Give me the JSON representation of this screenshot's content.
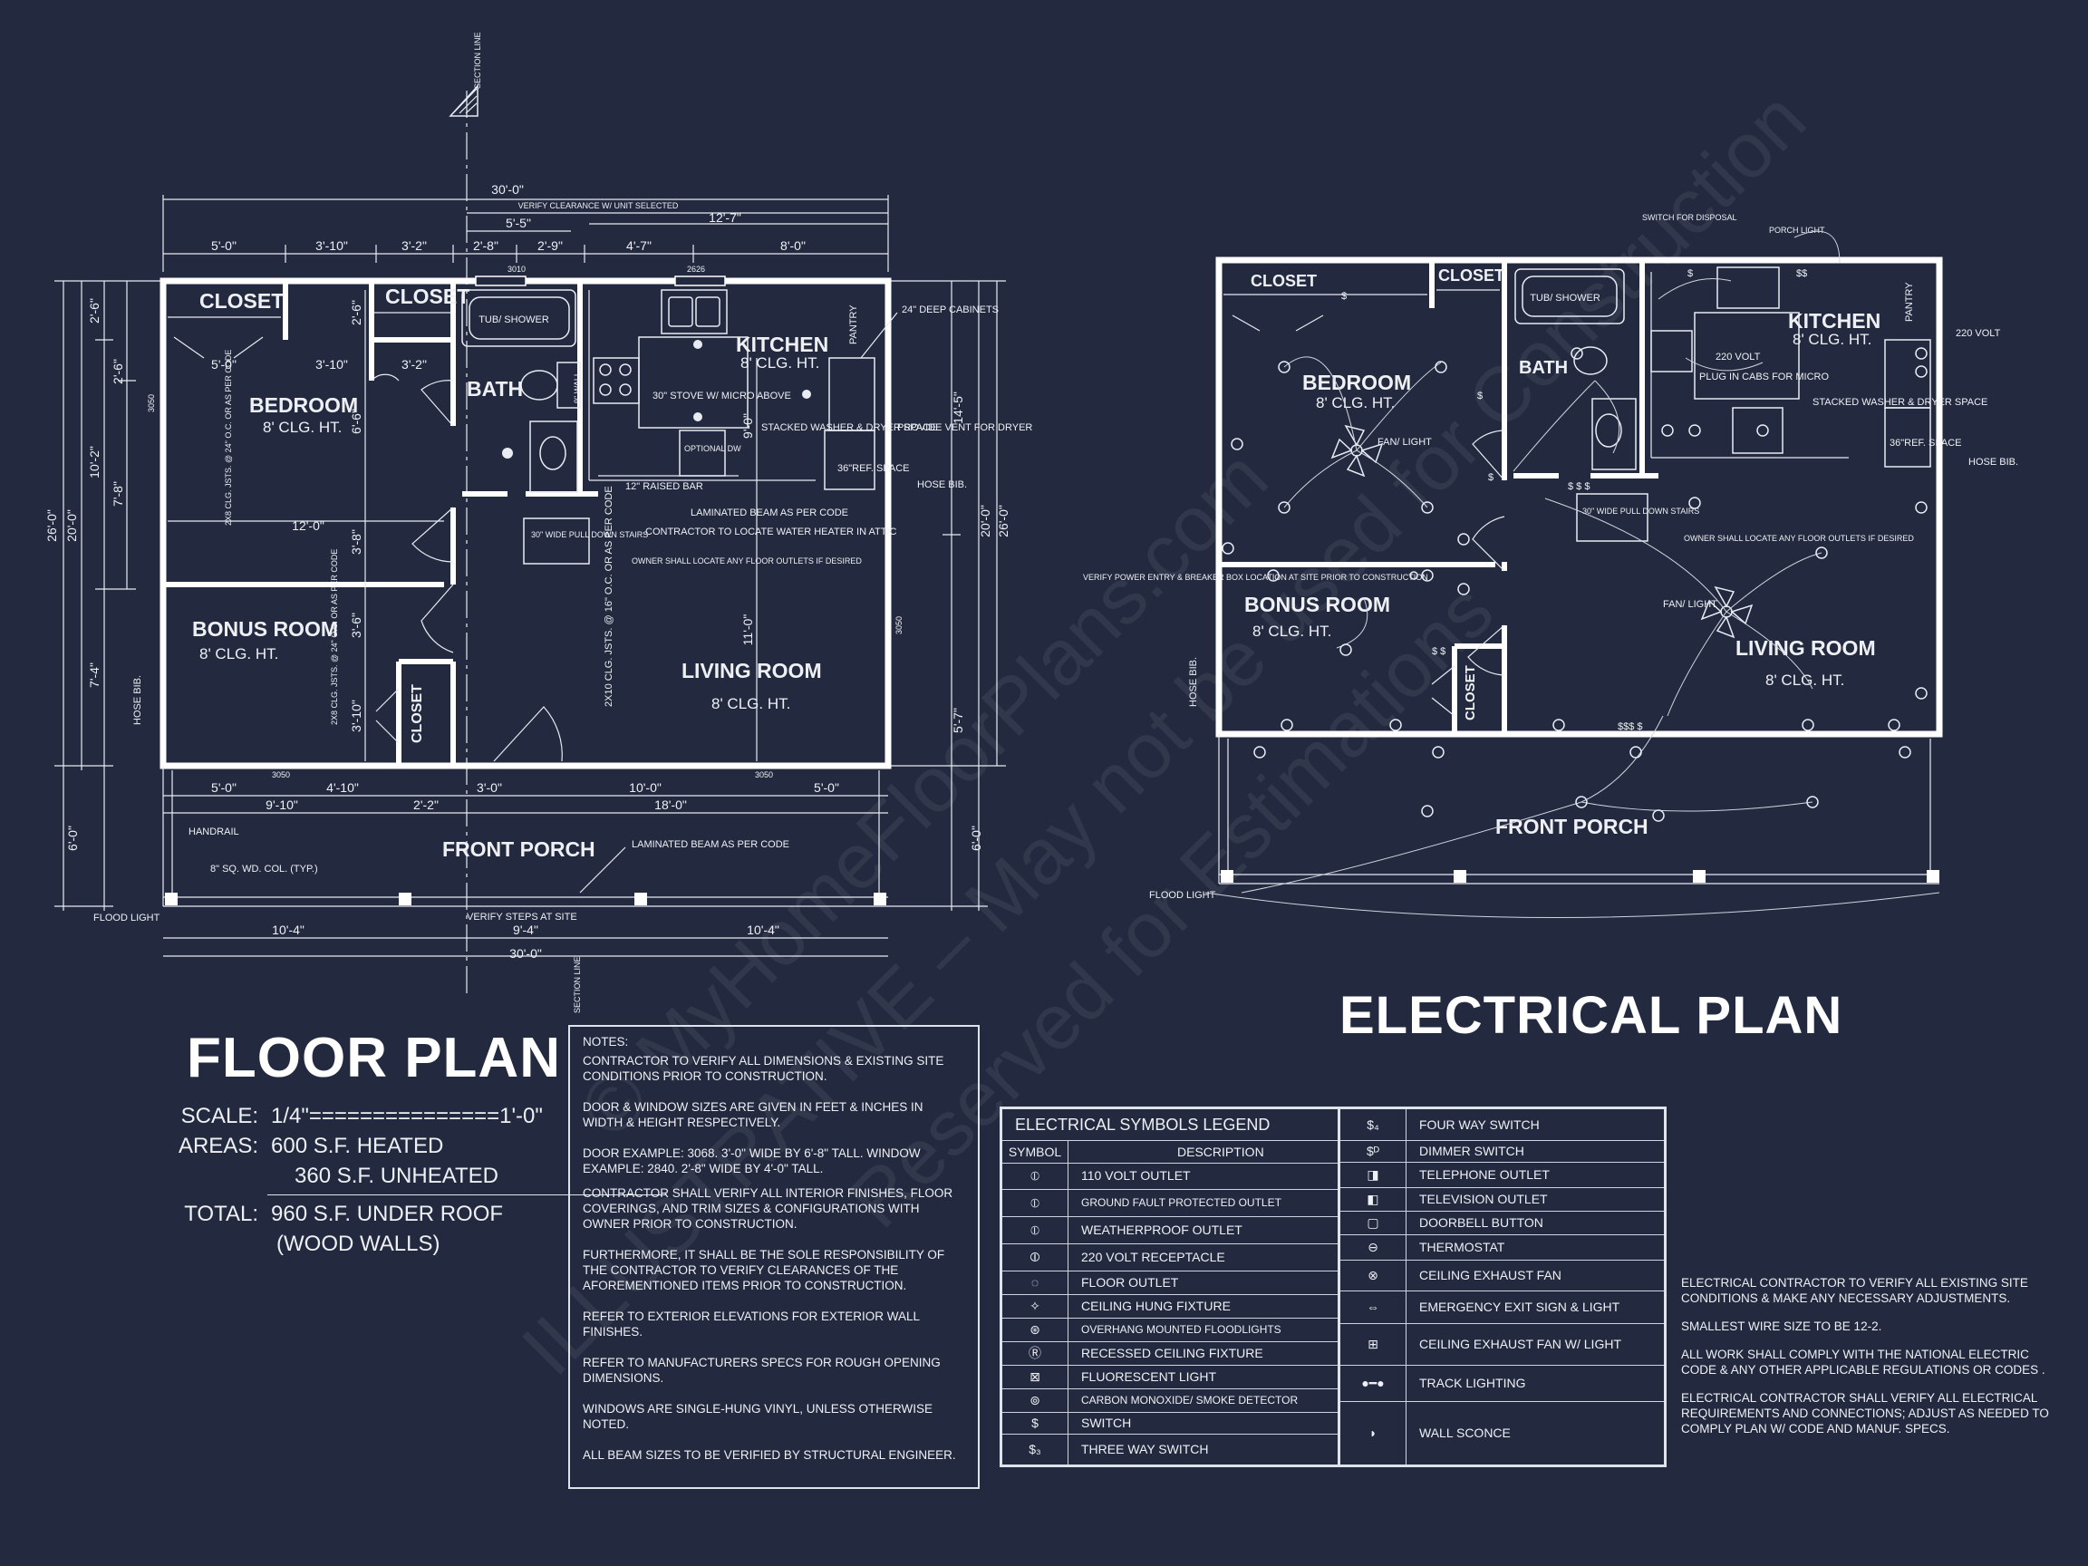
{
  "floor_plan": {
    "title": "FLOOR PLAN",
    "scale_label": "SCALE:",
    "scale_value": "1/4\"===============1'-0\"",
    "areas_label": "AREAS:",
    "areas_heated": "600 S.F. HEATED",
    "areas_unheated": "360 S.F. UNHEATED",
    "total_label": "TOTAL:",
    "total_value": "960 S.F. UNDER ROOF",
    "total_note": "(WOOD WALLS)",
    "rooms": {
      "closet_1": "CLOSET",
      "closet_2": "CLOSET",
      "closet_3": "CLOSET",
      "bedroom": "BEDROOM",
      "bedroom_clg": "8' CLG. HT.",
      "bath": "BATH",
      "kitchen": "KITCHEN",
      "kitchen_clg": "8' CLG. HT.",
      "bonus": "BONUS ROOM",
      "bonus_clg": "8' CLG. HT.",
      "living": "LIVING ROOM",
      "living_clg": "8' CLG. HT.",
      "porch": "FRONT PORCH",
      "pantry": "PANTRY"
    },
    "annotations": {
      "section_line": "SECTION LINE",
      "verify_clearance": "VERIFY CLEARANCE W/ UNIT SELECTED",
      "tub_shower": "TUB/ SHOWER",
      "deep_cabinets": "24\" DEEP CABINETS",
      "provide_vent": "PROVIDE VENT FOR DRYER",
      "stacked": "STACKED WASHER & DRYER SPACE",
      "ref_space": "36\"REF. SPACE",
      "hose_bib": "HOSE BIB.",
      "stove": "30\" STOVE W/ MICRO ABOVE",
      "optional_dw": "OPTIONAL DW",
      "raised_bar": "12\" RAISED BAR",
      "laminated_beam": "LAMINATED BEAM AS PER CODE",
      "pull_down": "30\" WIDE PULL DOWN STAIRS",
      "water_heater": "CONTRACTOR TO LOCATE WATER HEATER IN ATTIC",
      "owner_outlets": "OWNER SHALL LOCATE ANY FLOOR OUTLETS IF DESIRED",
      "joists_1": "2X8 CLG. JSTS. @ 24\" O.C. OR AS PER CODE",
      "joists_2": "2X10 CLG. JSTS. @ 16\" O.C. OR AS PER CODE",
      "handrail": "HANDRAIL",
      "column": "8\" SQ. WD. COL. (TYP.)",
      "flood_light": "FLOOD LIGHT",
      "verify_steps": "VERIFY STEPS AT SITE",
      "nine_wall": "9\" WALL",
      "w3050": "3050",
      "w3010": "3010",
      "w2626": "2626"
    },
    "dims": {
      "overall": "30'-0\"",
      "top_5_5": "5'-5\"",
      "top_12_7": "12'-7\"",
      "top_a": "5'-0\"",
      "top_b": "3'-10\"",
      "top_c": "3'-2\"",
      "top_d": "2'-8\"",
      "top_e": "2'-9\"",
      "top_f": "4'-7\"",
      "top_g": "8'-0\"",
      "in_a": "5'-0\"",
      "in_b": "3'-10\"",
      "in_c": "3'-2\"",
      "bed_width": "12'-0\"",
      "left_26": "26'-0\"",
      "left_20": "20'-0\"",
      "left_2_6a": "2'-6\"",
      "left_2_6b": "2'-6\"",
      "left_10_2": "10'-2\"",
      "left_7_8": "7'-8\"",
      "left_7_4": "7'-4\"",
      "left_6_0": "6'-0\"",
      "mid_2_6": "2'-6\"",
      "mid_6_6": "6'-6\"",
      "mid_3_8": "3'-8\"",
      "mid_3_6": "3'-6\"",
      "mid_3_10": "3'-10\"",
      "kit_9_0": "9'-0\"",
      "liv_11_0": "11'-0\"",
      "right_14_5": "14'-5\"",
      "right_20": "20'-0\"",
      "right_26": "26'-0\"",
      "right_5_7": "5'-7\"",
      "right_6_0": "6'-0\"",
      "bot_a": "5'-0\"",
      "bot_b": "4'-10\"",
      "bot_c": "3'-0\"",
      "bot_d": "10'-0\"",
      "bot_e": "5'-0\"",
      "bot_9_10": "9'-10\"",
      "bot_2_2": "2'-2\"",
      "bot_18": "18'-0\"",
      "step_a": "10'-4\"",
      "step_b": "9'-4\"",
      "step_c": "10'-4\"",
      "bottom_overall": "30'-0\""
    }
  },
  "electrical_plan": {
    "title": "ELECTRICAL PLAN",
    "rooms": {
      "closet_1": "CLOSET",
      "closet_2": "CLOSET",
      "closet_3": "CLOSET",
      "bedroom": "BEDROOM",
      "bedroom_clg": "8' CLG. HT.",
      "bath": "BATH",
      "kitchen": "KITCHEN",
      "kitchen_clg": "8' CLG. HT.",
      "bonus": "BONUS ROOM",
      "bonus_clg": "8' CLG. HT.",
      "living": "LIVING ROOM",
      "living_clg": "8' CLG. HT.",
      "porch": "FRONT PORCH",
      "pantry": "PANTRY"
    },
    "annotations": {
      "switch_disposal": "SWITCH FOR DISPOSAL",
      "porch_light": "PORCH LIGHT",
      "tub_shower": "TUB/ SHOWER",
      "volt_220": "220 VOLT",
      "volt_220b": "220 VOLT",
      "plug_micro": "PLUG IN CABS FOR MICRO",
      "stacked": "STACKED WASHER & DRYER SPACE",
      "ref_space": "36\"REF. SPACE",
      "hose_bib": "HOSE BIB.",
      "hose_bib_2": "HOSE BIB.",
      "fan_light_1": "FAN/ LIGHT",
      "fan_light_2": "FAN/ LIGHT",
      "pull_down": "30\" WIDE PULL DOWN STAIRS",
      "owner_outlets": "OWNER SHALL LOCATE ANY FLOOR OUTLETS IF DESIRED",
      "verify_power": "VERIFY POWER ENTRY & BREAKER BOX LOCATION AT SITE PRIOR TO CONSTRUCTION",
      "flood_light": "FLOOD LIGHT"
    }
  },
  "notes": {
    "heading": "NOTES:",
    "items": [
      "CONTRACTOR  TO VERIFY ALL DIMENSIONS & EXISTING SITE CONDITIONS PRIOR TO CONSTRUCTION.",
      "DOOR & WINDOW SIZES ARE GIVEN IN FEET & INCHES IN WIDTH & HEIGHT RESPECTIVELY.",
      "DOOR EXAMPLE:  3068.  3'-0\" WIDE BY 6'-8\" TALL. WINDOW EXAMPLE:  2840.  2'-8\" WIDE BY 4'-0\" TALL.",
      "CONTRACTOR SHALL VERIFY ALL INTERIOR FINISHES, FLOOR COVERINGS, AND TRIM SIZES & CONFIGURATIONS WITH OWNER PRIOR TO CONSTRUCTION.",
      "FURTHERMORE, IT SHALL BE THE SOLE RESPONSIBILITY OF THE CONTRACTOR TO VERIFY CLEARANCES OF THE AFOREMENTIONED ITEMS PRIOR TO CONSTRUCTION.",
      "REFER TO EXTERIOR ELEVATIONS FOR EXTERIOR WALL FINISHES.",
      "REFER TO MANUFACTURERS SPECS FOR ROUGH OPENING DIMENSIONS.",
      "WINDOWS ARE SINGLE-HUNG VINYL, UNLESS OTHERWISE NOTED.",
      "ALL BEAM SIZES TO BE VERIFIED BY STRUCTURAL ENGINEER."
    ]
  },
  "legend": {
    "title": "ELECTRICAL SYMBOLS LEGEND",
    "col_symbol": "SYMBOL",
    "col_description": "DESCRIPTION",
    "left": [
      "110 VOLT OUTLET",
      "GROUND FAULT PROTECTED OUTLET",
      "WEATHERPROOF OUTLET",
      "220 VOLT RECEPTACLE",
      "FLOOR OUTLET",
      "CEILING HUNG FIXTURE",
      "OVERHANG MOUNTED FLOODLIGHTS",
      "RECESSED CEILING FIXTURE",
      "FLUORESCENT LIGHT",
      "CARBON MONOXIDE/ SMOKE DETECTOR",
      "SWITCH",
      "THREE WAY SWITCH"
    ],
    "right": [
      "FOUR WAY SWITCH",
      "DIMMER SWITCH",
      "TELEPHONE OUTLET",
      "TELEVISION OUTLET",
      "DOORBELL BUTTON",
      "THERMOSTAT",
      "CEILING EXHAUST FAN",
      "EMERGENCY EXIT SIGN & LIGHT",
      "CEILING EXHAUST FAN W/ LIGHT",
      "TRACK LIGHTING",
      "WALL SCONCE"
    ]
  },
  "electrical_notes": [
    "ELECTRICAL CONTRACTOR TO VERIFY ALL EXISTING SITE CONDITIONS & MAKE ANY NECESSARY ADJUSTMENTS.",
    "SMALLEST WIRE SIZE TO BE 12-2.",
    "ALL WORK SHALL COMPLY WITH THE NATIONAL ELECTRIC CODE & ANY OTHER APPLICABLE REGULATIONS OR CODES .",
    "ELECTRICAL CONTRACTOR SHALL VERIFY ALL ELECTRICAL REQUIREMENTS AND CONNECTIONS; ADJUST AS NEEDED TO COMPLY PLAN W/ CODE AND MANUF. SPECS."
  ],
  "watermark": {
    "line1": "© MyHomeFloorPlans.com",
    "line2": "ILLUSTRATIVE – May not be used for Construction",
    "line3": "Reserved for Estimations"
  },
  "colors": {
    "background": "#232a3f",
    "linework": "#ffffff"
  }
}
